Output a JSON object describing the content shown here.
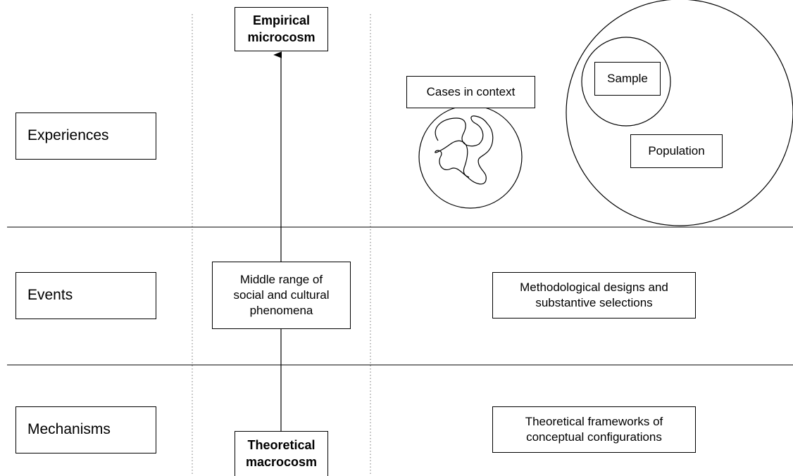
{
  "levels": {
    "experiences": "Experiences",
    "events": "Events",
    "mechanisms": "Mechanisms"
  },
  "axis": {
    "top_label": "Empirical\nmicrocosm",
    "middle_label": "Middle range of\nsocial and cultural\nphenomena",
    "bottom_label": "Theoretical\nmacrocosm"
  },
  "right_column": {
    "cases_label": "Cases in context",
    "sample_label": "Sample",
    "population_label": "Population",
    "methods_label": "Methodological designs and\nsubstantive selections",
    "theory_label": "Theoretical frameworks of\nconceptual configurations"
  }
}
